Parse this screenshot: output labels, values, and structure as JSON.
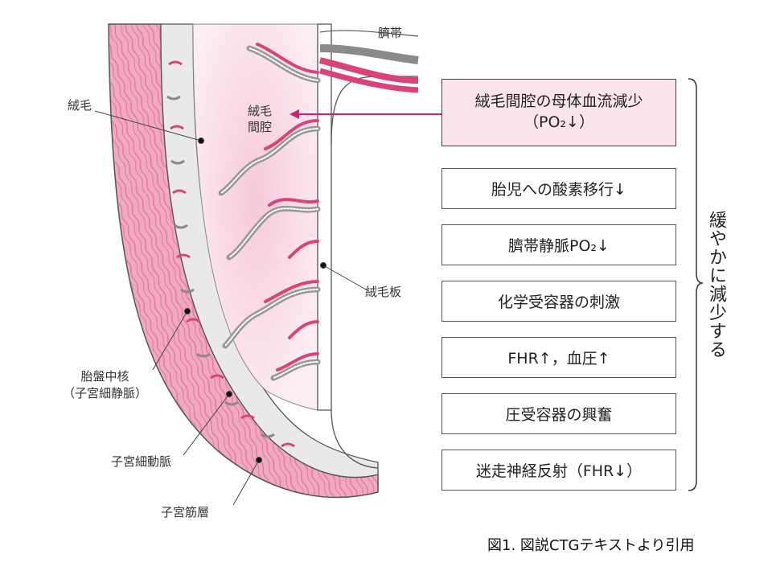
{
  "labels": {
    "umbilical_cord": "臍帯",
    "villus": "絨毛",
    "intervillous_space_line1": "絨毛",
    "intervillous_space_line2": "間腔",
    "chorionic_plate": "絨毛板",
    "placental_core_line1": "胎盤中核",
    "placental_core_line2": "（子宮細静脈）",
    "uterine_arteriole": "子宮細動脈",
    "myometrium": "子宮筋層"
  },
  "flow_boxes": [
    {
      "line1": "絨毛間腔の母体血流減少",
      "line2": "（PO₂↓）"
    },
    {
      "text": "胎児への酸素移行↓"
    },
    {
      "text": "臍帯静脈PO₂↓"
    },
    {
      "text": "化学受容器の刺激"
    },
    {
      "text": "FHR↑，血圧↑"
    },
    {
      "text": "圧受容器の興奮"
    },
    {
      "text": "迷走神経反射（FHR↓）"
    }
  ],
  "bracket_text": "緩やかに減少する",
  "caption": "図1. 図説CTGテキストより引用",
  "colors": {
    "pink": "#d9437a",
    "light_pink": "#f3c6d6",
    "gray": "#8a8a8a",
    "arrow": "#d11f73"
  }
}
